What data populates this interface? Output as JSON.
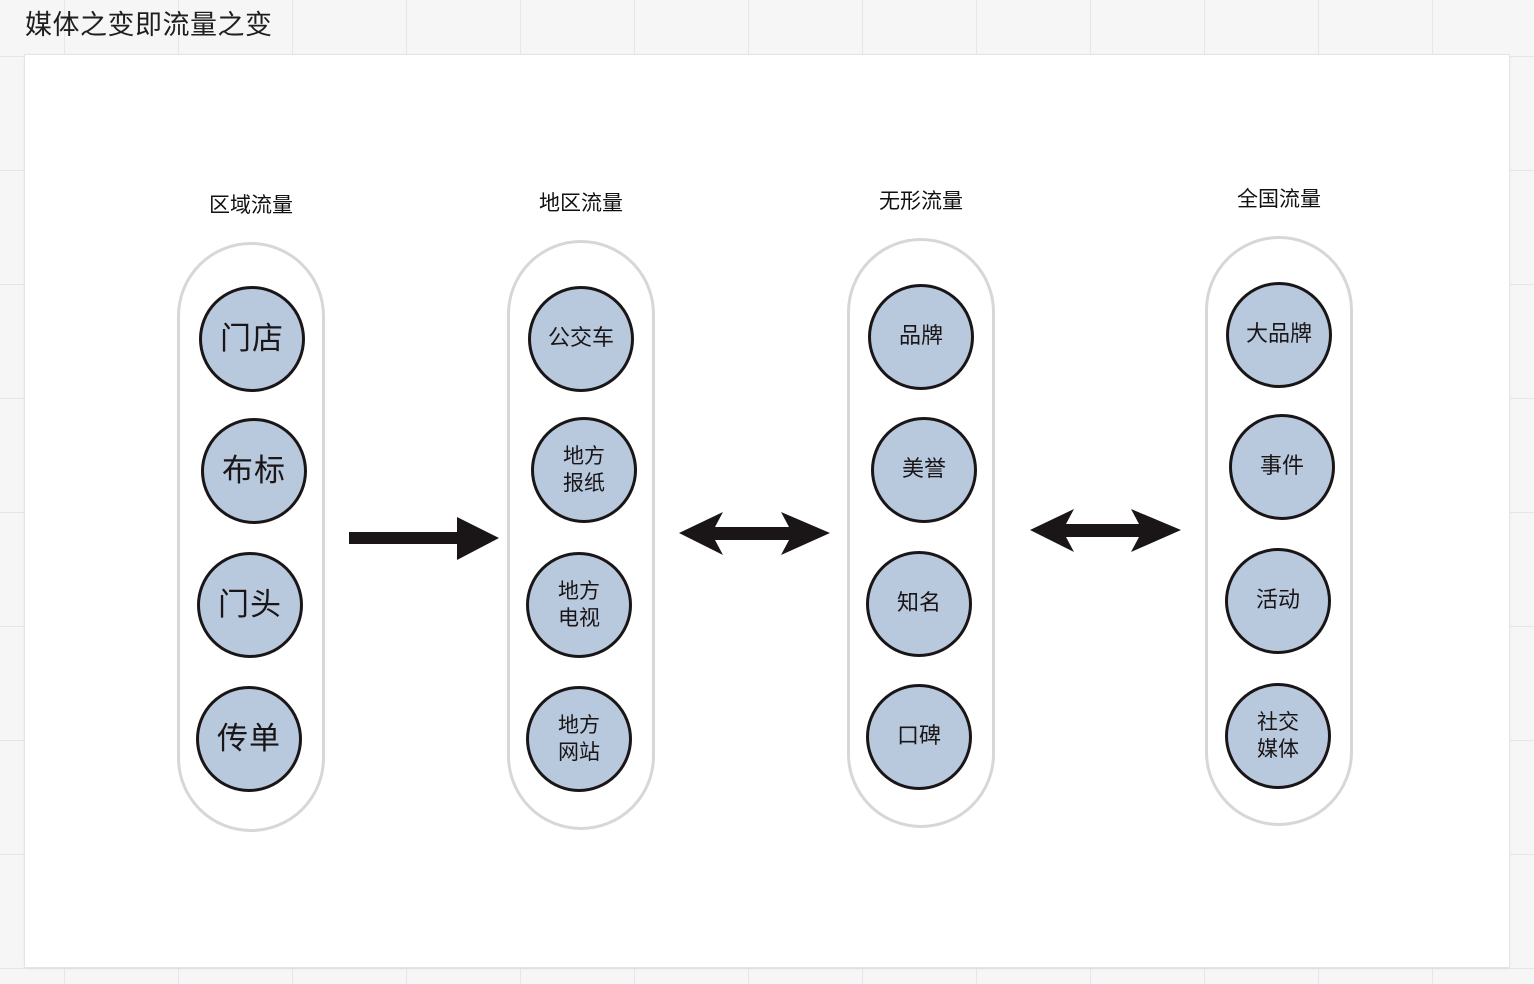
{
  "page_title": "媒体之变即流量之变",
  "colors": {
    "node_fill": "#b8c9dd",
    "node_border": "#1a1517",
    "capsule_border": "#d7d7d7",
    "arrow": "#1a1517"
  },
  "columns": [
    {
      "title": "区域流量",
      "items": [
        "门店",
        "布标",
        "门头",
        "传单"
      ]
    },
    {
      "title": "地区流量",
      "items": [
        "公交车",
        "地方\n报纸",
        "地方\n电视",
        "地方\n网站"
      ]
    },
    {
      "title": "无形流量",
      "items": [
        "品牌",
        "美誉",
        "知名",
        "口碑"
      ]
    },
    {
      "title": "全国流量",
      "items": [
        "大品牌",
        "事件",
        "活动",
        "社交\n媒体"
      ]
    }
  ],
  "connectors": [
    {
      "from": "区域流量",
      "to": "地区流量",
      "type": "single-arrow"
    },
    {
      "from": "地区流量",
      "to": "无形流量",
      "type": "double-arrow"
    },
    {
      "from": "无形流量",
      "to": "全国流量",
      "type": "double-arrow"
    }
  ]
}
